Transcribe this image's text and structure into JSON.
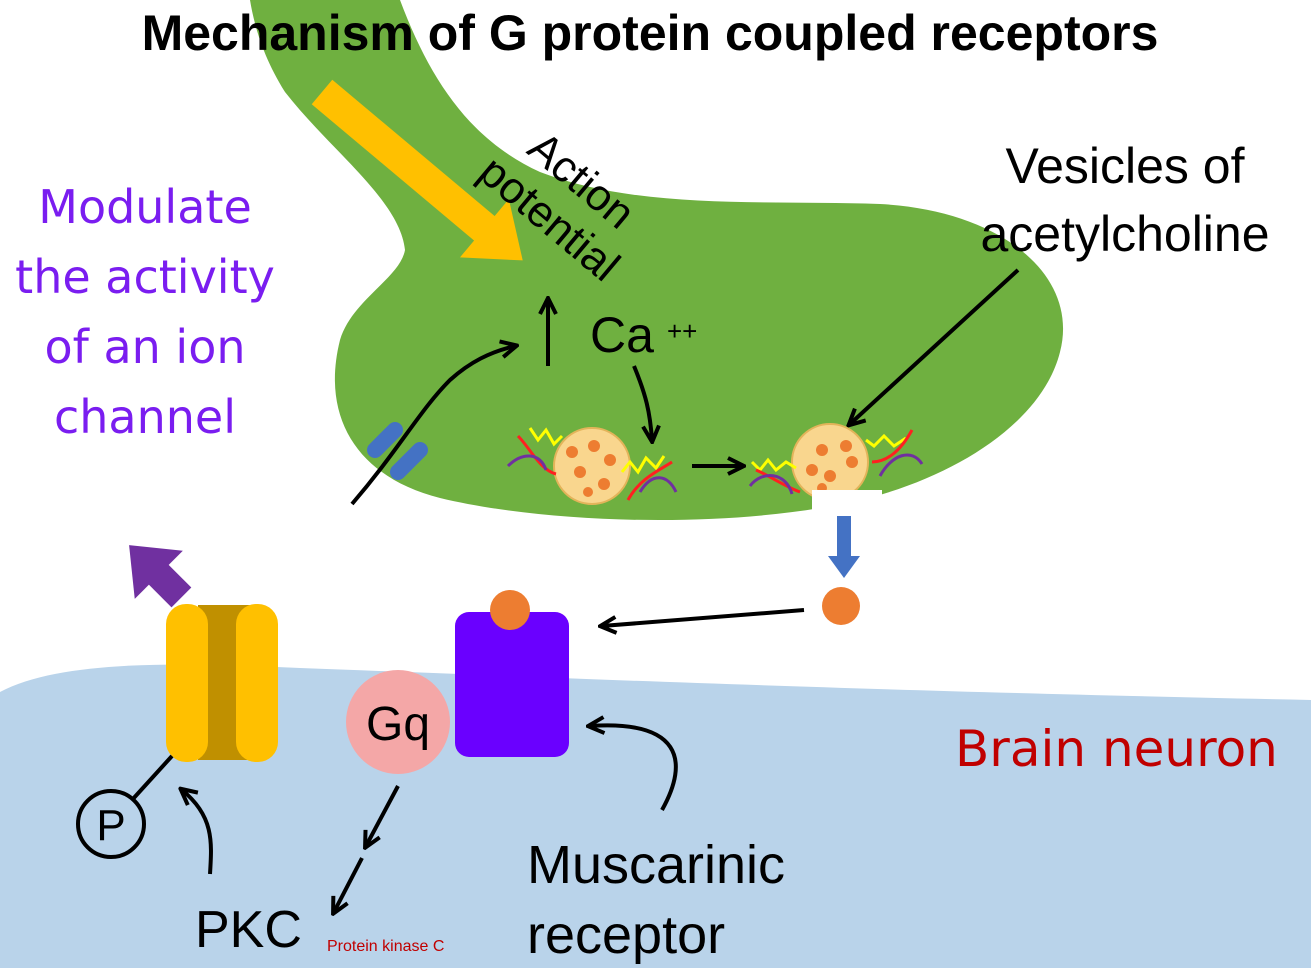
{
  "title": "Mechanism of G protein coupled receptors",
  "labels": {
    "action_potential": [
      "Action",
      "potential"
    ],
    "calcium": "Ca",
    "calcium_charge": "++",
    "vesicles": [
      "Vesicles of",
      "acetylcholine"
    ],
    "modulate": "Modulate the activity of an ion channel",
    "brain_neuron": "Brain neuron",
    "muscarinic": [
      "Muscarinic",
      "receptor"
    ],
    "gq": "Gq",
    "pkc": "PKC",
    "pkc_full": "Protein kinase C",
    "phosphate": "P"
  },
  "colors": {
    "presynaptic_terminal": "#6fb040",
    "postsynaptic_neuron": "#b9d3ea",
    "action_arrow": "#ffc000",
    "vesicle": "#f9d68e",
    "acetylcholine": "#ed7d31",
    "receptor": "#6a00ff",
    "gq_protein": "#f4a7a7",
    "ion_channel": "#ffc000",
    "ion_channel_pore": "#c09000",
    "modulate_text": "#7a1df0",
    "brain_text": "#c00000",
    "release_arrow": "#4472c4",
    "modulate_arrow": "#7030a0"
  },
  "icons": {
    "action": "action-potential-arrow",
    "calcium_channel": "calcium-channel-icon",
    "vesicle": "vesicle-icon",
    "snare": "snare-protein-icon",
    "receptor": "muscarinic-receptor-icon",
    "ion_channel": "ion-channel-icon",
    "phosphate": "phosphate-icon"
  }
}
